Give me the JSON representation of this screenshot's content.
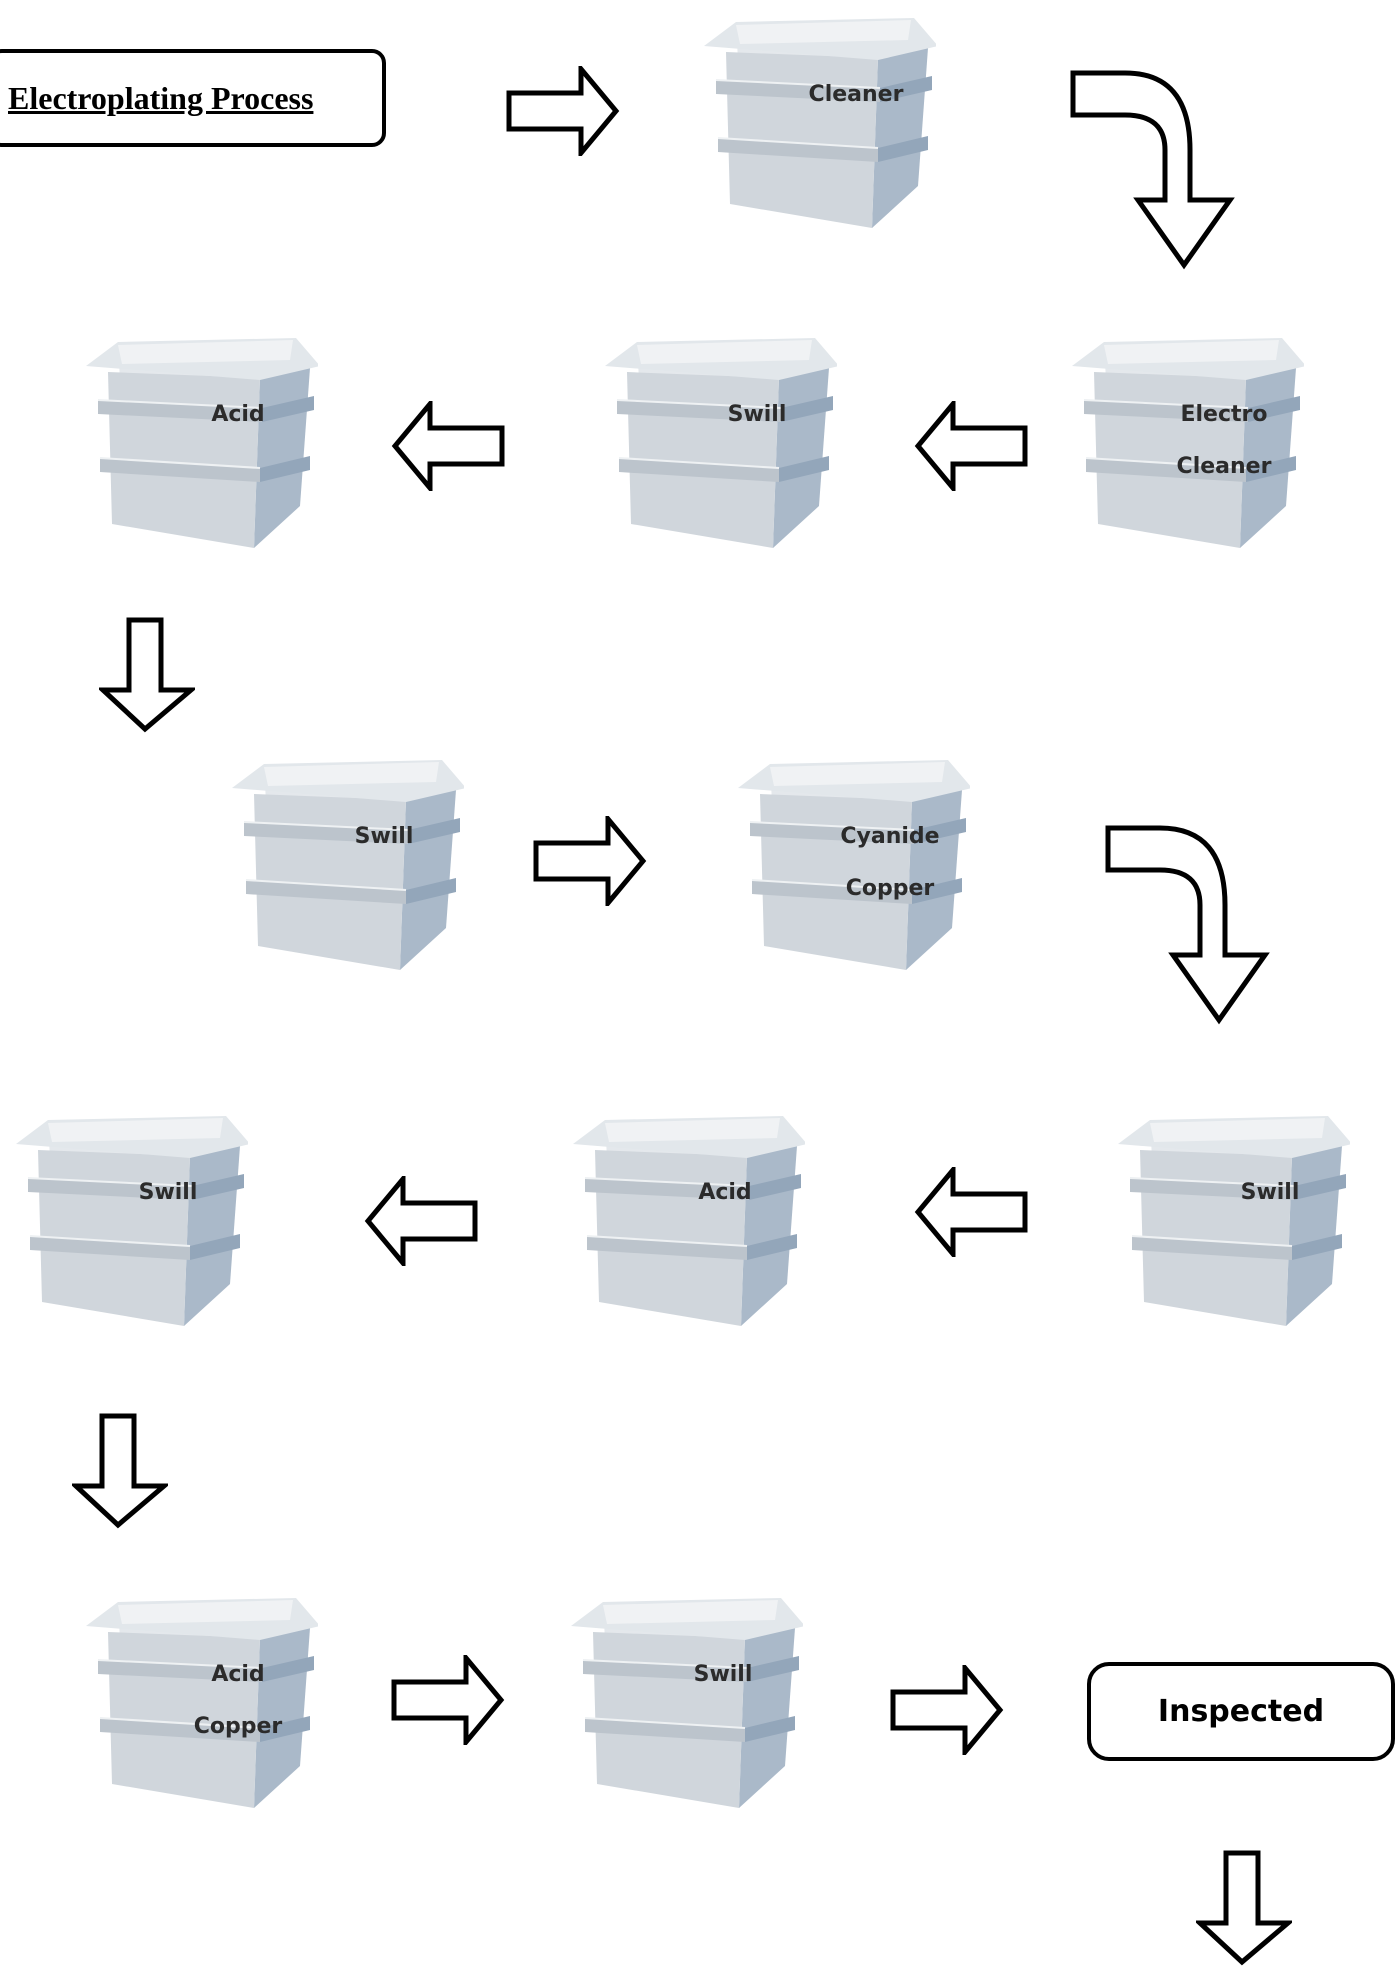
{
  "title": "Electroplating Process",
  "end_label": "Inspected",
  "tanks": [
    {
      "line1": "Cleaner",
      "line2": ""
    },
    {
      "line1": "Electro",
      "line2": "Cleaner"
    },
    {
      "line1": "Swill",
      "line2": ""
    },
    {
      "line1": "Acid",
      "line2": ""
    },
    {
      "line1": "Swill",
      "line2": ""
    },
    {
      "line1": "Cyanide",
      "line2": "Copper"
    },
    {
      "line1": "Swill",
      "line2": ""
    },
    {
      "line1": "Acid",
      "line2": ""
    },
    {
      "line1": "Swill",
      "line2": ""
    },
    {
      "line1": "Acid",
      "line2": "Copper"
    },
    {
      "line1": "Swill",
      "line2": ""
    }
  ],
  "colors": {
    "tank_front": "#d2d8de",
    "tank_side": "#a9b8c8",
    "tank_rim": "#e1e6ea",
    "arrow_stroke": "#000000"
  }
}
